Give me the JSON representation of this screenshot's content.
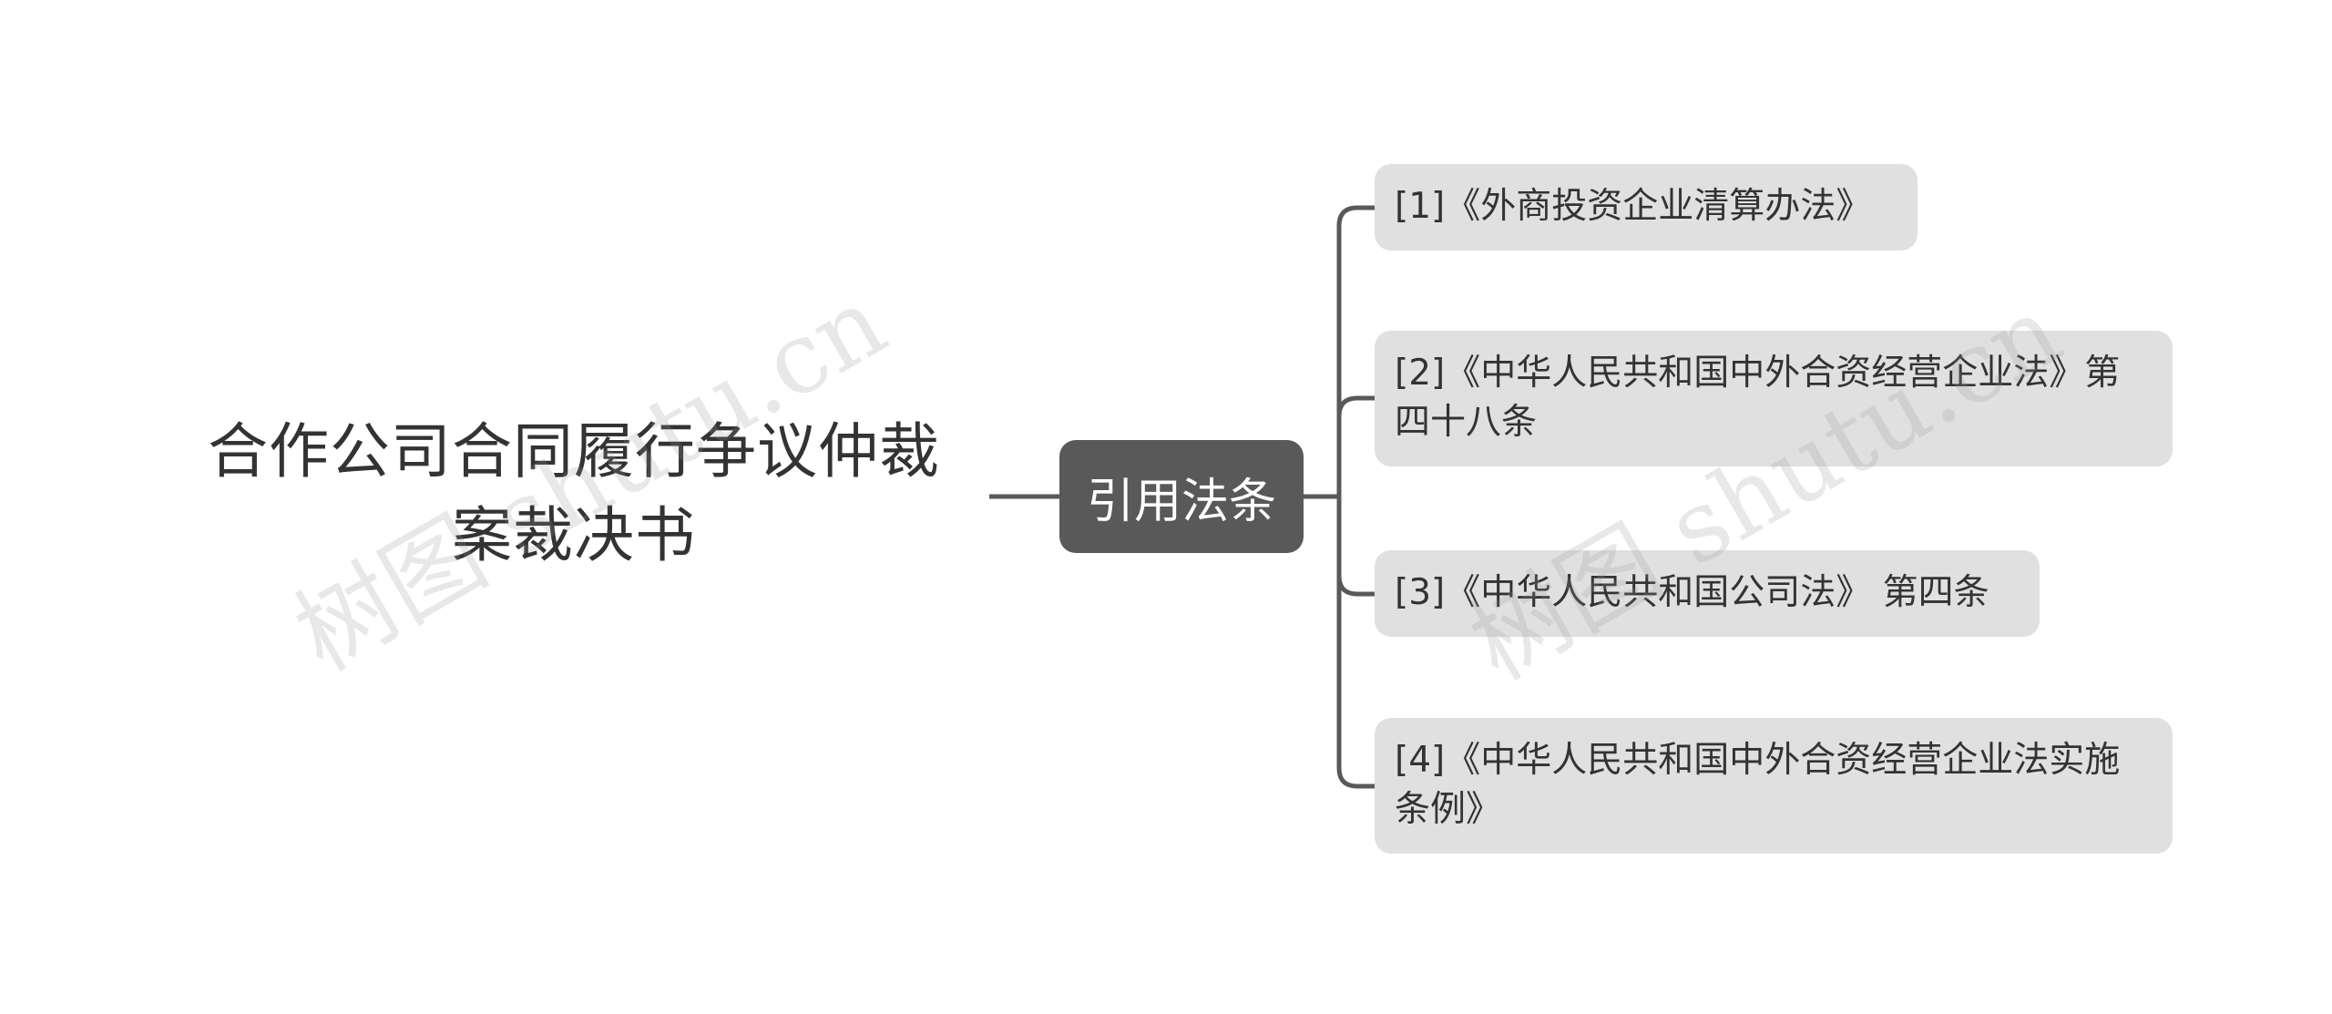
{
  "root": {
    "title": "合作公司合同履行争议仲裁案裁决书"
  },
  "branch": {
    "label": "引用法条"
  },
  "leaves": [
    {
      "text": "[1]《外商投资企业清算办法》"
    },
    {
      "text": "[2]《中华人民共和国中外合资经营企业法》第四十八条"
    },
    {
      "text": "[3]《中华人民共和国公司法》 第四条"
    },
    {
      "text": "[4]《中华人民共和国中外合资经营企业法实施条例》"
    }
  ],
  "watermark": {
    "text": "树图 shutu.cn"
  },
  "colors": {
    "branch_fill": "#595959",
    "leaf_fill": "#e0e0e0",
    "connector": "#595959",
    "text": "#333333"
  }
}
